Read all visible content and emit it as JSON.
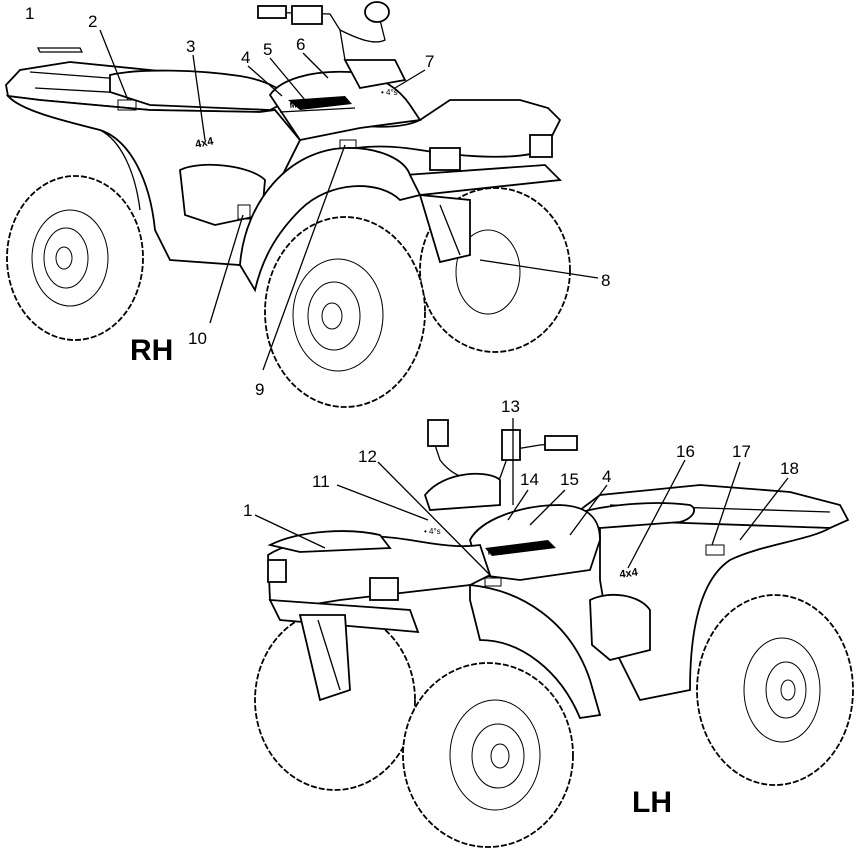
{
  "views": {
    "rh": {
      "label": "RH"
    },
    "lh": {
      "label": "LH"
    }
  },
  "callouts": {
    "c1a": "1",
    "c2": "2",
    "c3": "3",
    "c4a": "4",
    "c5": "5",
    "c6": "6",
    "c7": "7",
    "c8": "8",
    "c9": "9",
    "c10": "10",
    "c1b": "1",
    "c11": "11",
    "c12": "12",
    "c13": "13",
    "c14": "14",
    "c15": "15",
    "c4b": "4",
    "c16": "16",
    "c17": "17",
    "c18": "18"
  },
  "decals": {
    "fourx4": "4x4",
    "brand": "Magnum 500",
    "rh_dash": "• 4°s",
    "lh_dash": "• 4°s"
  }
}
